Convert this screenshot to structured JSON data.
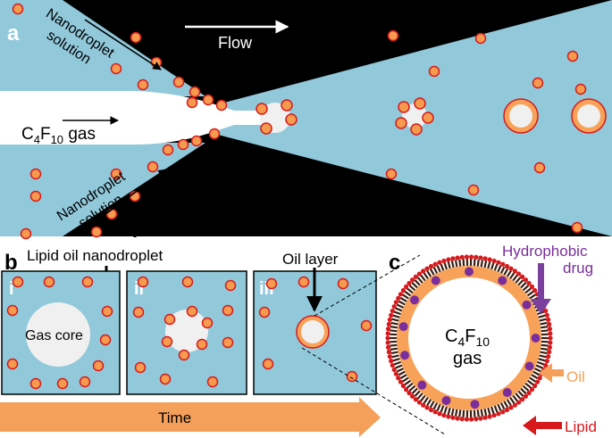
{
  "panels": {
    "a": {
      "letter": "a",
      "flow_label": "Flow",
      "nanodroplet_top": [
        "Nanodroplet",
        "solution"
      ],
      "nanodroplet_bottom": [
        "Nanodroplet",
        "solution"
      ],
      "gas": {
        "base": "C",
        "sub1": "4",
        "mid": "F",
        "sub2": "10",
        "tail": " gas"
      }
    },
    "b": {
      "letter": "b",
      "callout": "Lipid oil nanodroplet",
      "stages": [
        {
          "label": "i",
          "core_label": "Gas core"
        },
        {
          "label": "ii"
        },
        {
          "label": "iii",
          "callout": "Oil layer"
        }
      ],
      "time_label": "Time"
    },
    "c": {
      "letter": "c",
      "gas": {
        "base": "C",
        "sub1": "4",
        "mid": "F",
        "sub2": "10",
        "line2": "gas"
      },
      "drug_label": [
        "Hydrophobic",
        "drug"
      ],
      "oil_label": "Oil",
      "lipid_label": "Lipid"
    }
  },
  "colors": {
    "liquid": "#91c9db",
    "droplet_fill": "#f59a4e",
    "droplet_edge": "#d7191c",
    "oil": "#f7a258",
    "drug": "#7a2e9c",
    "lipid_tail": "#3a1e10",
    "lipid_head": "#d7191c",
    "arrow_time": "#f5a05a",
    "arrow_oil": "#f5a05a",
    "arrow_lipid": "#d7191c",
    "arrow_drug": "#7b3f9e"
  }
}
